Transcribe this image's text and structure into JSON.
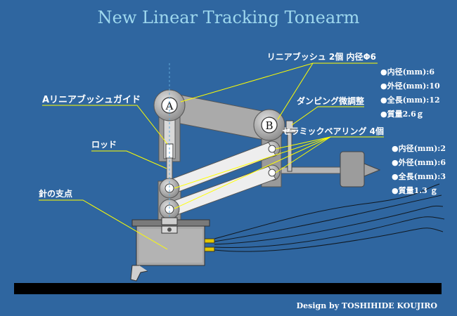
{
  "title": "New Linear Tracking Tonearm",
  "credit": "Design by TOSHIHIDE KOUJIRO",
  "labels": {
    "linear_bush": "リニアブッシュ 2個 内径Φ6",
    "guide": "Aリニアブッシュガイド",
    "damping": "ダンピング微調整",
    "rod": "ロッド",
    "ceramic": "セラミックベアリング 4個",
    "pivot": "針の支点",
    "point_a": "A",
    "point_b": "B"
  },
  "linear_bush_specs": [
    "●内径(mm):6",
    "●外径(mm):10",
    "●全長(mm):12",
    "●質量2.6ｇ"
  ],
  "ceramic_specs": [
    "●内径(mm):2",
    "●外径(mm):6",
    "●全長(mm):3",
    "●質量1.3 ｇ"
  ],
  "colors": {
    "background": "#2f66a0",
    "title": "#9ed8ee",
    "label": "#ffffff",
    "leader": "#ffff00",
    "metal": "#a8a8a8"
  }
}
